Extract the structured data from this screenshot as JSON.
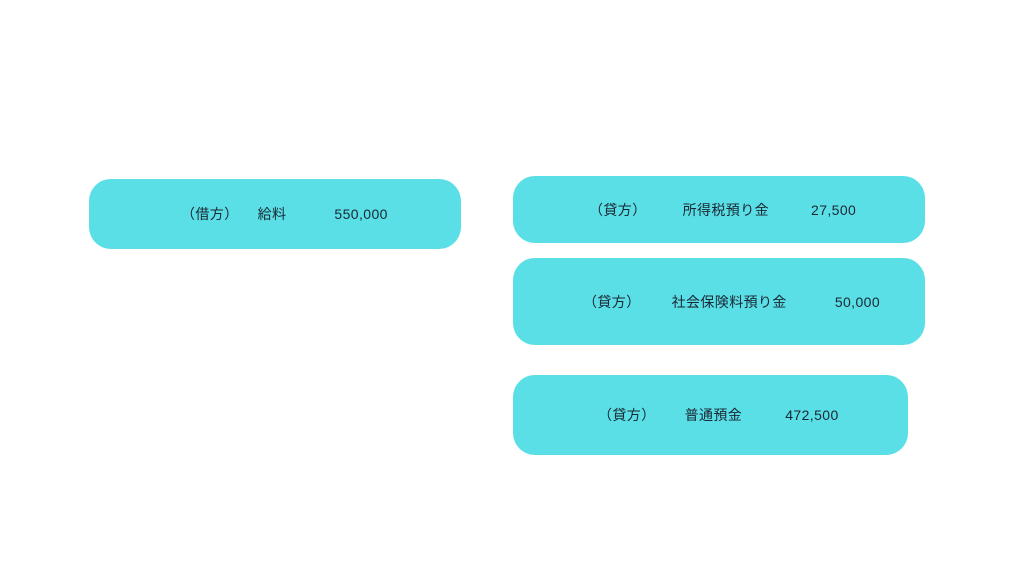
{
  "page": {
    "background_color": "#ffffff",
    "box_fill_color": "#5adfe6",
    "text_color": "#1b2733"
  },
  "entries": {
    "debit": [
      {
        "side_label": "（借方）",
        "account": "給料",
        "amount": "550,000"
      }
    ],
    "credit": [
      {
        "side_label": "（貸方）",
        "account": "所得税預り金",
        "amount": "27,500"
      },
      {
        "side_label": "（貸方）",
        "account": "社会保険料預り金",
        "amount": "50,000"
      },
      {
        "side_label": "（貸方）",
        "account": "普通預金",
        "amount": "472,500"
      }
    ]
  }
}
